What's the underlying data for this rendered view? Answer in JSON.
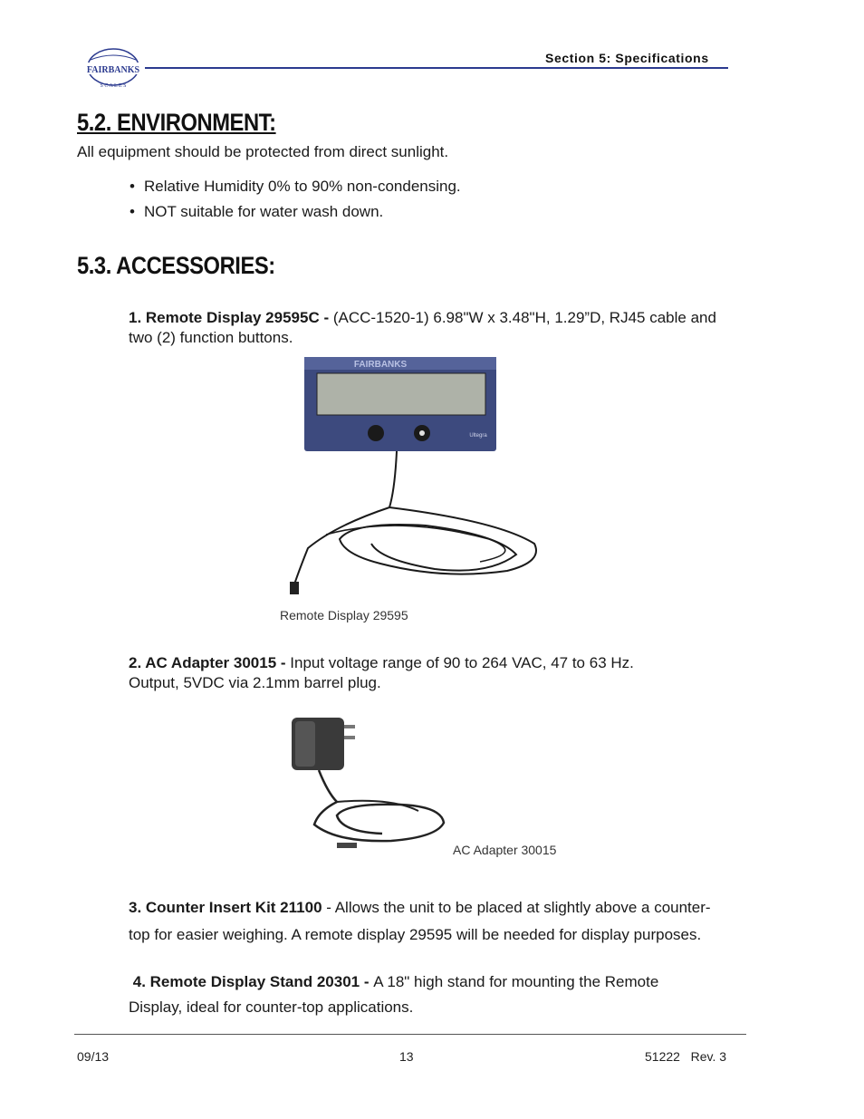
{
  "header": {
    "logo_text": "FAIRBANKS",
    "logo_subtext": "S C A L E S",
    "section_label": "Section 5:  Specifications"
  },
  "environment": {
    "heading": "5.2. ENVIRONMENT:",
    "intro": "All equipment should be protected from direct sunlight.",
    "bullets": [
      "Relative Humidity 0% to 90% non-condensing.",
      "NOT suitable for water wash down."
    ]
  },
  "accessories": {
    "heading": "5.3. ACCESSORIES:",
    "items": [
      {
        "title": "1. Remote Display 29595C - ",
        "line1": "(ACC-1520-1) 6.98\"W x 3.48\"H, 1.29”D, RJ45 cable and",
        "line2": "two (2) function buttons.",
        "image_caption": "Remote Display 29595",
        "display_brand": "FAIRBANKS",
        "display_model": "Ultegra"
      },
      {
        "title": "2. AC Adapter 30015 - ",
        "line1": "Input voltage range of 90 to 264 VAC, 47 to 63 Hz.",
        "line2": "Output, 5VDC via 2.1mm barrel plug.",
        "image_caption": "AC Adapter 30015"
      },
      {
        "title": "3. Counter Insert Kit 21100",
        "line1": " - Allows the unit to be placed at slightly above a counter-",
        "line2": "top  for easier weighing. A remote display 29595 will be needed for display purposes."
      },
      {
        "title": "4. Remote Display Stand 20301 - ",
        "line1": "A 18\" high stand for mounting the Remote",
        "line2": "Display, ideal for counter-top applications."
      }
    ]
  },
  "footer": {
    "date": "09/13",
    "page": "13",
    "doc": "51222   Rev. 3"
  },
  "colors": {
    "brand_blue": "#2b3a8f"
  }
}
